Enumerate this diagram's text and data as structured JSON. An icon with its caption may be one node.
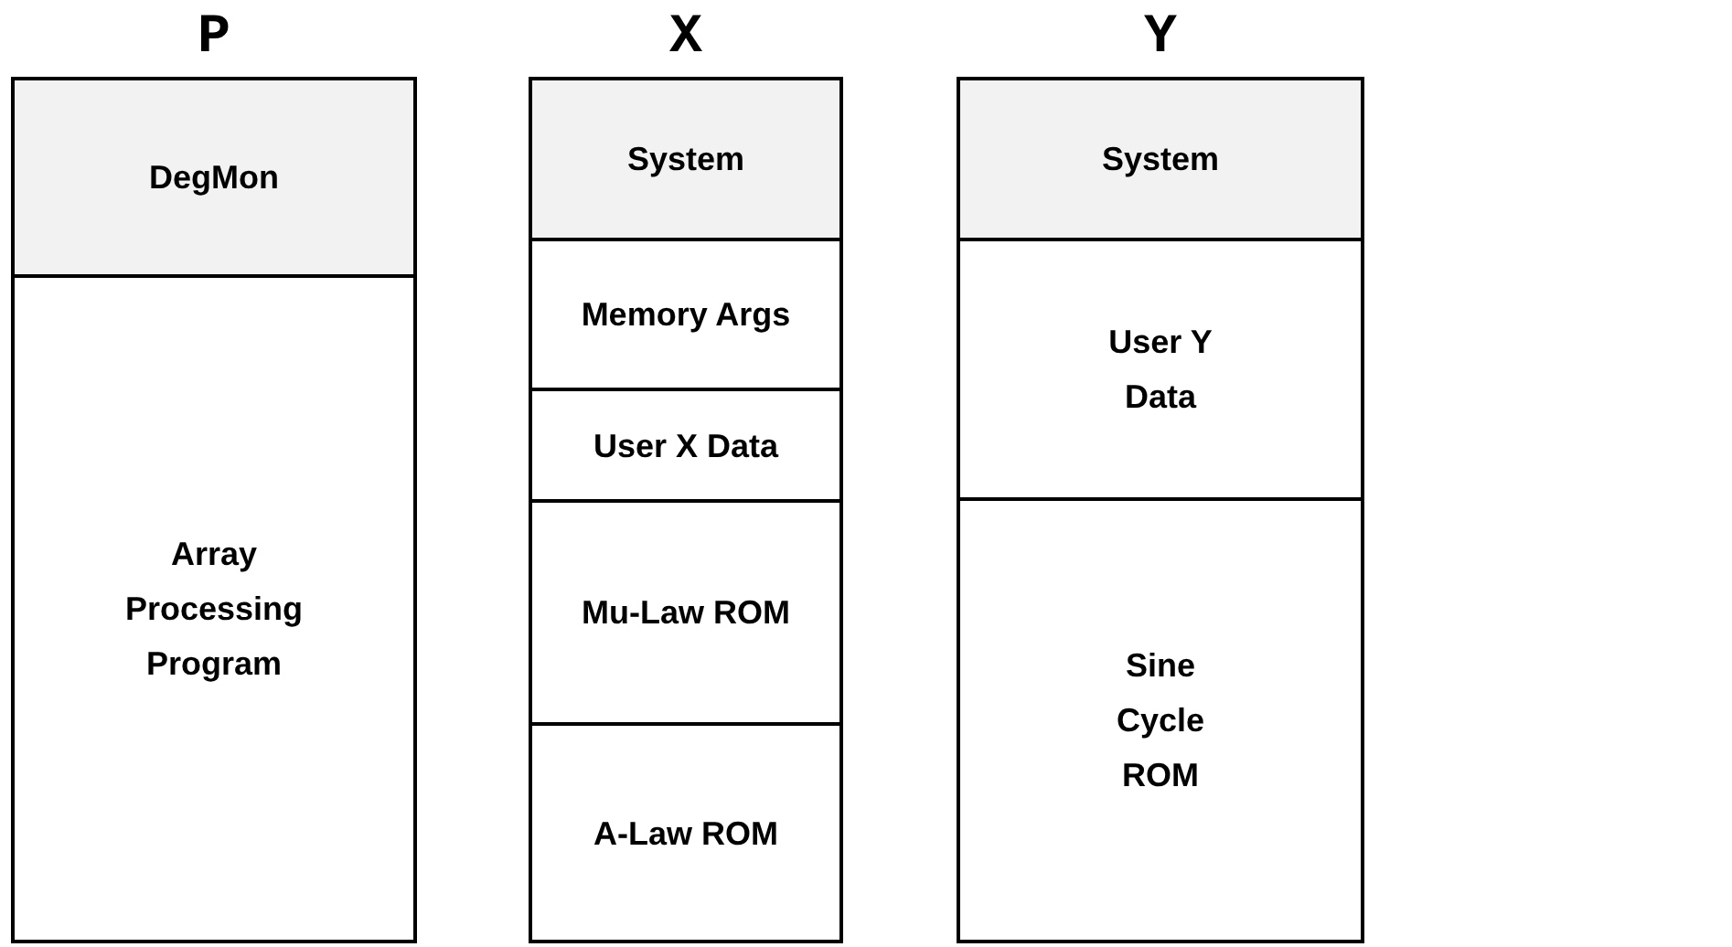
{
  "diagram": {
    "nodes": [
      {
        "text": [
          "P"
        ]
      },
      {
        "text": [
          "DegMon"
        ],
        "in": 0
      },
      {
        "text": [
          "Array Processing Program"
        ],
        "in": 0
      },
      {
        "text": [
          "X"
        ]
      },
      {
        "text": [
          "System"
        ],
        "in": 3
      },
      {
        "text": [
          "Memory Args"
        ],
        "in": 3
      },
      {
        "text": [
          "User X Data"
        ],
        "in": 3
      },
      {
        "text": [
          "Mu-Law ROM"
        ],
        "in": 3
      },
      {
        "text": [
          "A-Law ROM"
        ],
        "in": 3
      },
      {
        "text": [
          "Y"
        ]
      },
      {
        "text": [
          "System"
        ],
        "in": 9
      },
      {
        "text": [
          "User Y Data"
        ],
        "in": 9
      },
      {
        "text": [
          "Sine Cycle ROM"
        ],
        "in": 9
      }
    ],
    "edges": []
  }
}
